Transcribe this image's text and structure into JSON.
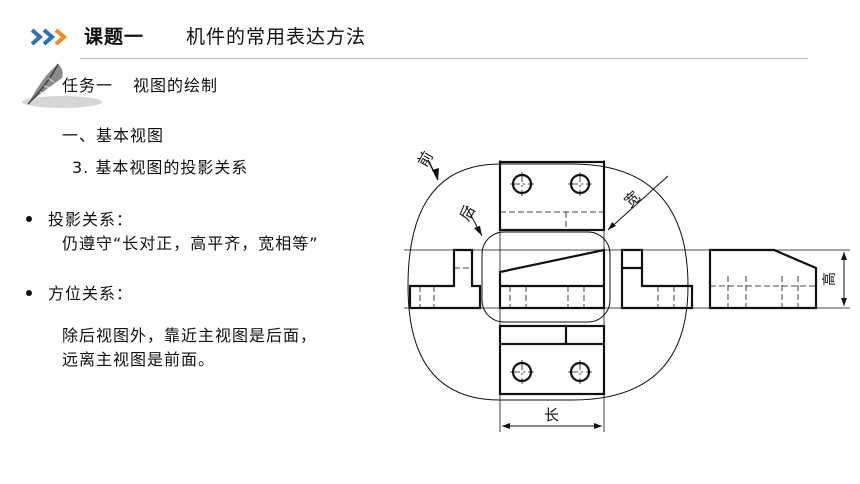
{
  "header": {
    "title_main": "课题一",
    "title_sub": "机件的常用表达方法"
  },
  "task": {
    "label": "任务一",
    "name": "视图的绘制"
  },
  "section": {
    "heading": "一、基本视图",
    "subheading": "3. 基本视图的投影关系"
  },
  "bullets": [
    {
      "title": "投影关系：",
      "detail": "仍遵守“长对正，高平齐，宽相等”"
    },
    {
      "title": "方位关系："
    }
  ],
  "paragraph": {
    "line1": "除后视图外，靠近主视图是后面，",
    "line2": "远离主视图是前面。"
  },
  "drawing_labels": {
    "front": "前",
    "back": "后",
    "width": "宽",
    "height": "高",
    "length": "长"
  },
  "colors": {
    "chevron_blue": "#2e6fb5",
    "chevron_orange": "#f08a24",
    "rule": "#bdbdbd"
  },
  "icons": [
    "chevron-arrows-icon",
    "feather-pen-icon"
  ]
}
